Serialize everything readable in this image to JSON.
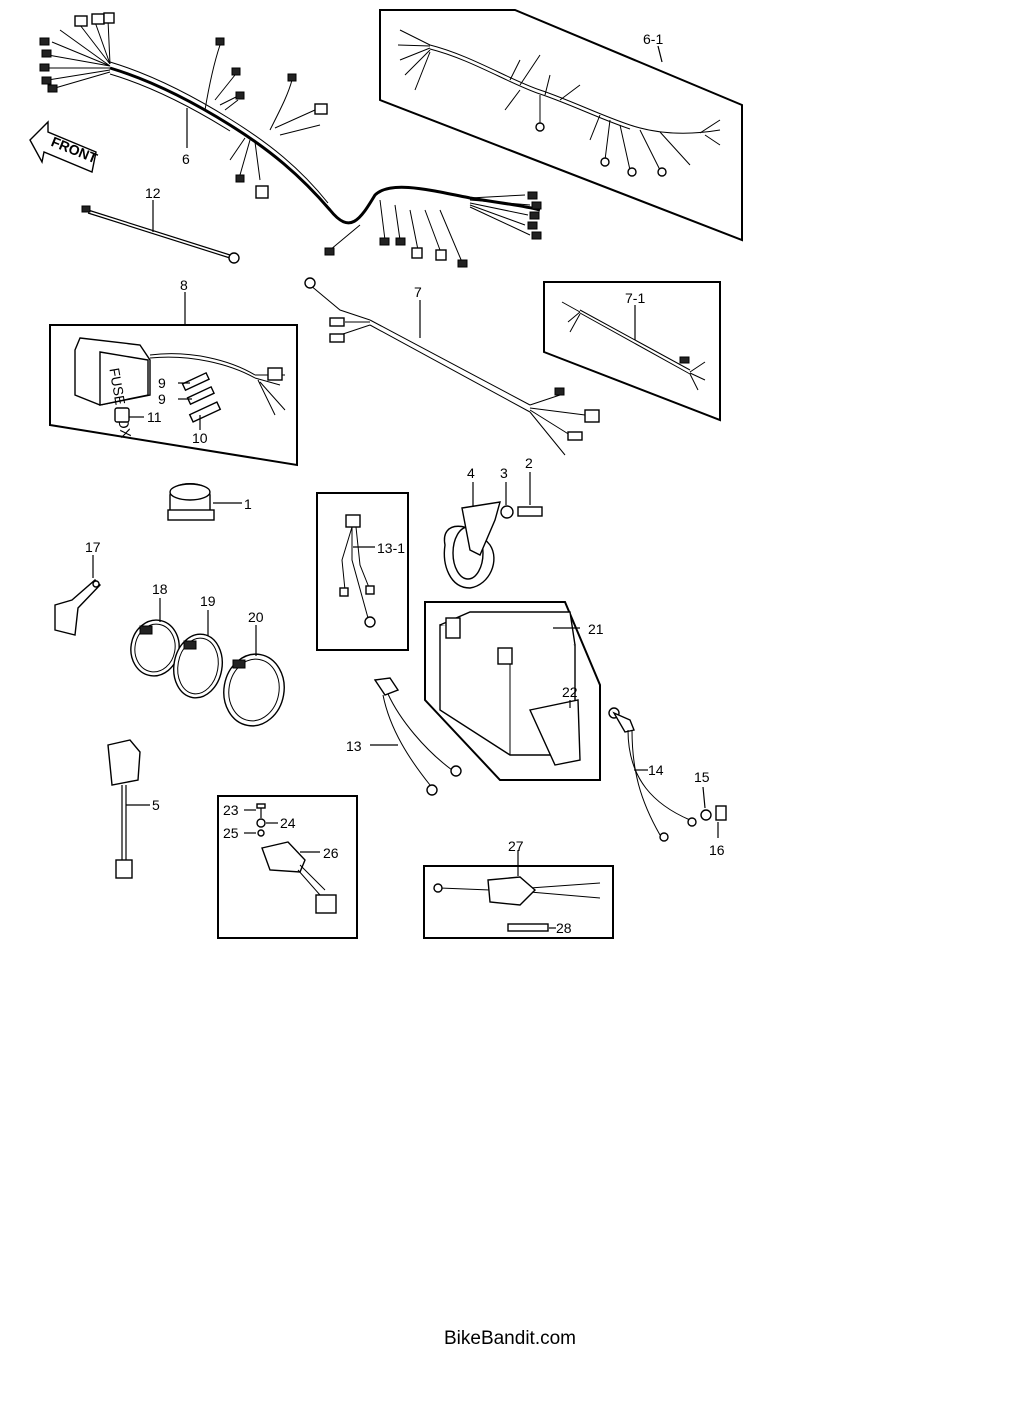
{
  "front_arrow": "FRONT",
  "fuse_box_text": "FUSE BOX",
  "labels": {
    "l1": "1",
    "l2": "2",
    "l3": "3",
    "l4": "4",
    "l5": "5",
    "l6": "6",
    "l6_1": "6-1",
    "l7": "7",
    "l7_1": "7-1",
    "l8": "8",
    "l9a": "9",
    "l9b": "9",
    "l10": "10",
    "l11": "11",
    "l12": "12",
    "l13": "13",
    "l13_1": "13-1",
    "l14": "14",
    "l15": "15",
    "l16": "16",
    "l17": "17",
    "l18": "18",
    "l19": "19",
    "l20": "20",
    "l21": "21",
    "l22": "22",
    "l23": "23",
    "l24": "24",
    "l25": "25",
    "l26": "26",
    "l27": "27",
    "l28": "28"
  },
  "footer": "BikeBandit.com"
}
